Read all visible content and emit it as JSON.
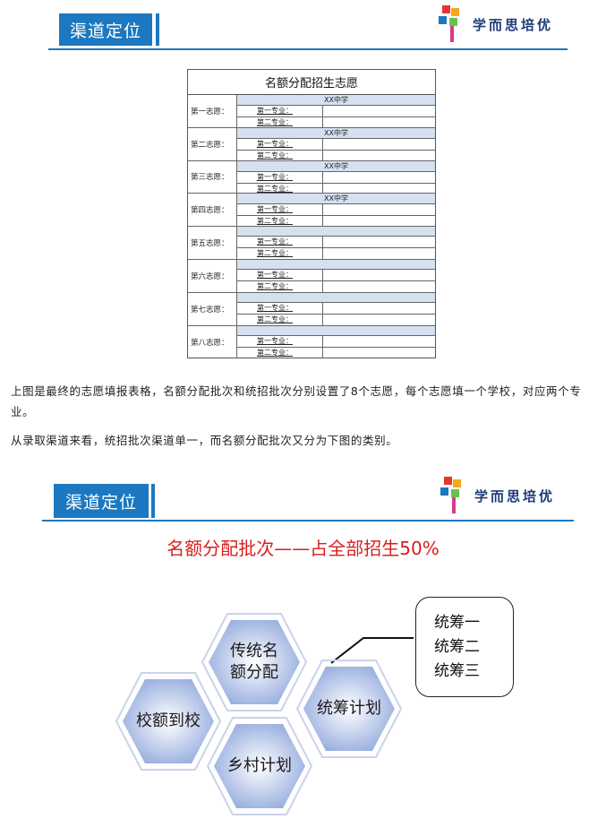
{
  "brand": {
    "name": "学而思培优"
  },
  "slide1": {
    "tag": "渠道定位"
  },
  "form": {
    "title": "名额分配招生志愿",
    "major_labels": [
      "第一专业：",
      "第二专业："
    ],
    "choices": [
      {
        "label": "第一志愿：",
        "school": "XX中学"
      },
      {
        "label": "第二志愿：",
        "school": "XX中学"
      },
      {
        "label": "第三志愿：",
        "school": "XX中学"
      },
      {
        "label": "第四志愿：",
        "school": "XX中学"
      },
      {
        "label": "第五志愿：",
        "school": ""
      },
      {
        "label": "第六志愿：",
        "school": ""
      },
      {
        "label": "第七志愿：",
        "school": ""
      },
      {
        "label": "第八志愿：",
        "school": ""
      }
    ]
  },
  "text": {
    "para1": "上图是最终的志愿填报表格，名额分配批次和统招批次分别设置了8个志愿，每个志愿填一个学校，对应两个专业。",
    "para2": "从录取渠道来看，统招批次渠道单一，而名额分配批次又分为下图的类别。"
  },
  "slide2": {
    "tag": "渠道定位",
    "title": "名额分配批次——占全部招生50%",
    "hexes": {
      "traditional": "传统名\n额分配",
      "school_quota": "校额到校",
      "overall_plan": "统筹计划",
      "rural_plan": "乡村计划"
    },
    "callout": [
      "统筹一",
      "统筹二",
      "统筹三"
    ]
  },
  "colors": {
    "accent": "#1c78c0",
    "title_red": "#d81e1e",
    "hex_fill": "#8fa7dc"
  }
}
